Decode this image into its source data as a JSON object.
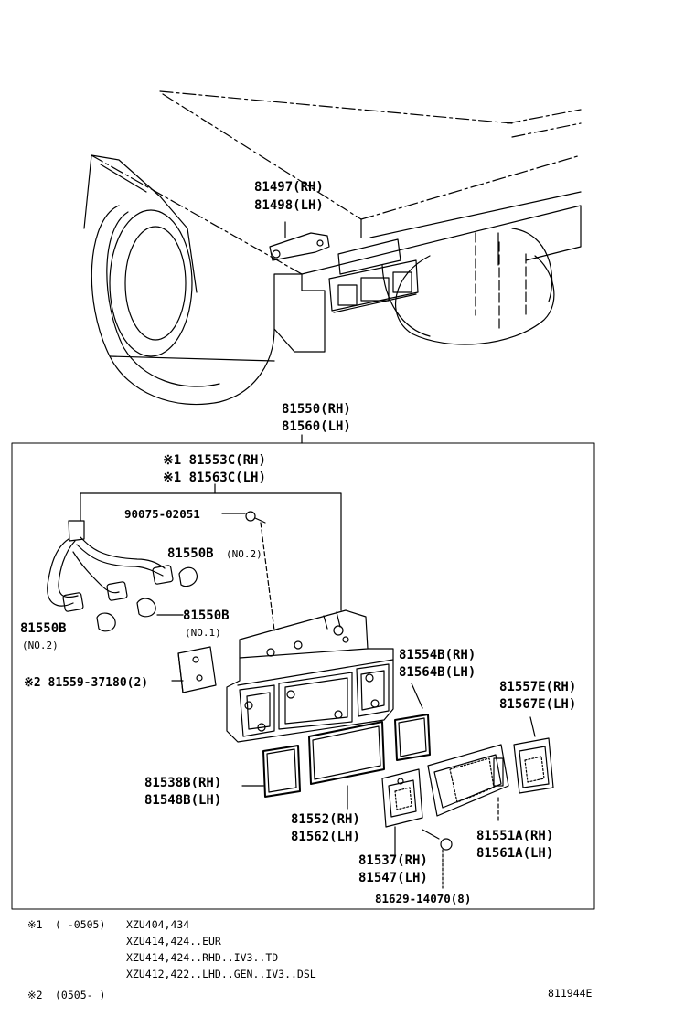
{
  "parts": {
    "p81497": "81497(RH)",
    "p81498": "81498(LH)",
    "p81550": "81550(RH)",
    "p81560": "81560(LH)",
    "p81553c": "※1 81553C(RH)",
    "p81563c": "※1 81563C(LH)",
    "p90075": "90075-02051",
    "bulb_no2_a": "81550B",
    "bulb_no2_a_tag": "(NO.2)",
    "bulb_no1": "81550B",
    "bulb_no1_tag": "(NO.1)",
    "bulb_no2_b": "81550B",
    "bulb_no2_b_tag": "(NO.2)",
    "p81559": "※2 81559-37180(2)",
    "p81554b": "81554B(RH)",
    "p81564b": "81564B(LH)",
    "p81557e": "81557E(RH)",
    "p81567e": "81567E(LH)",
    "p81538b": "81538B(RH)",
    "p81548b": "81548B(LH)",
    "p81552": "81552(RH)",
    "p81562": "81562(LH)",
    "p81551a": "81551A(RH)",
    "p81561a": "81561A(LH)",
    "p81537": "81537(RH)",
    "p81547": "81547(LH)",
    "p81629": "81629-14070(8)"
  },
  "notes": {
    "n1_mark": "※1",
    "n1_range": "(   -0505)",
    "n1_line1": "XZU404,434",
    "n1_line2": "XZU414,424..EUR",
    "n1_line3": "XZU414,424..RHD..IV3..TD",
    "n1_line4": "XZU412,422..LHD..GEN..IV3..DSL",
    "n2_mark": "※2",
    "n2_range": "(0505-    )"
  },
  "figure_id": "811944E"
}
